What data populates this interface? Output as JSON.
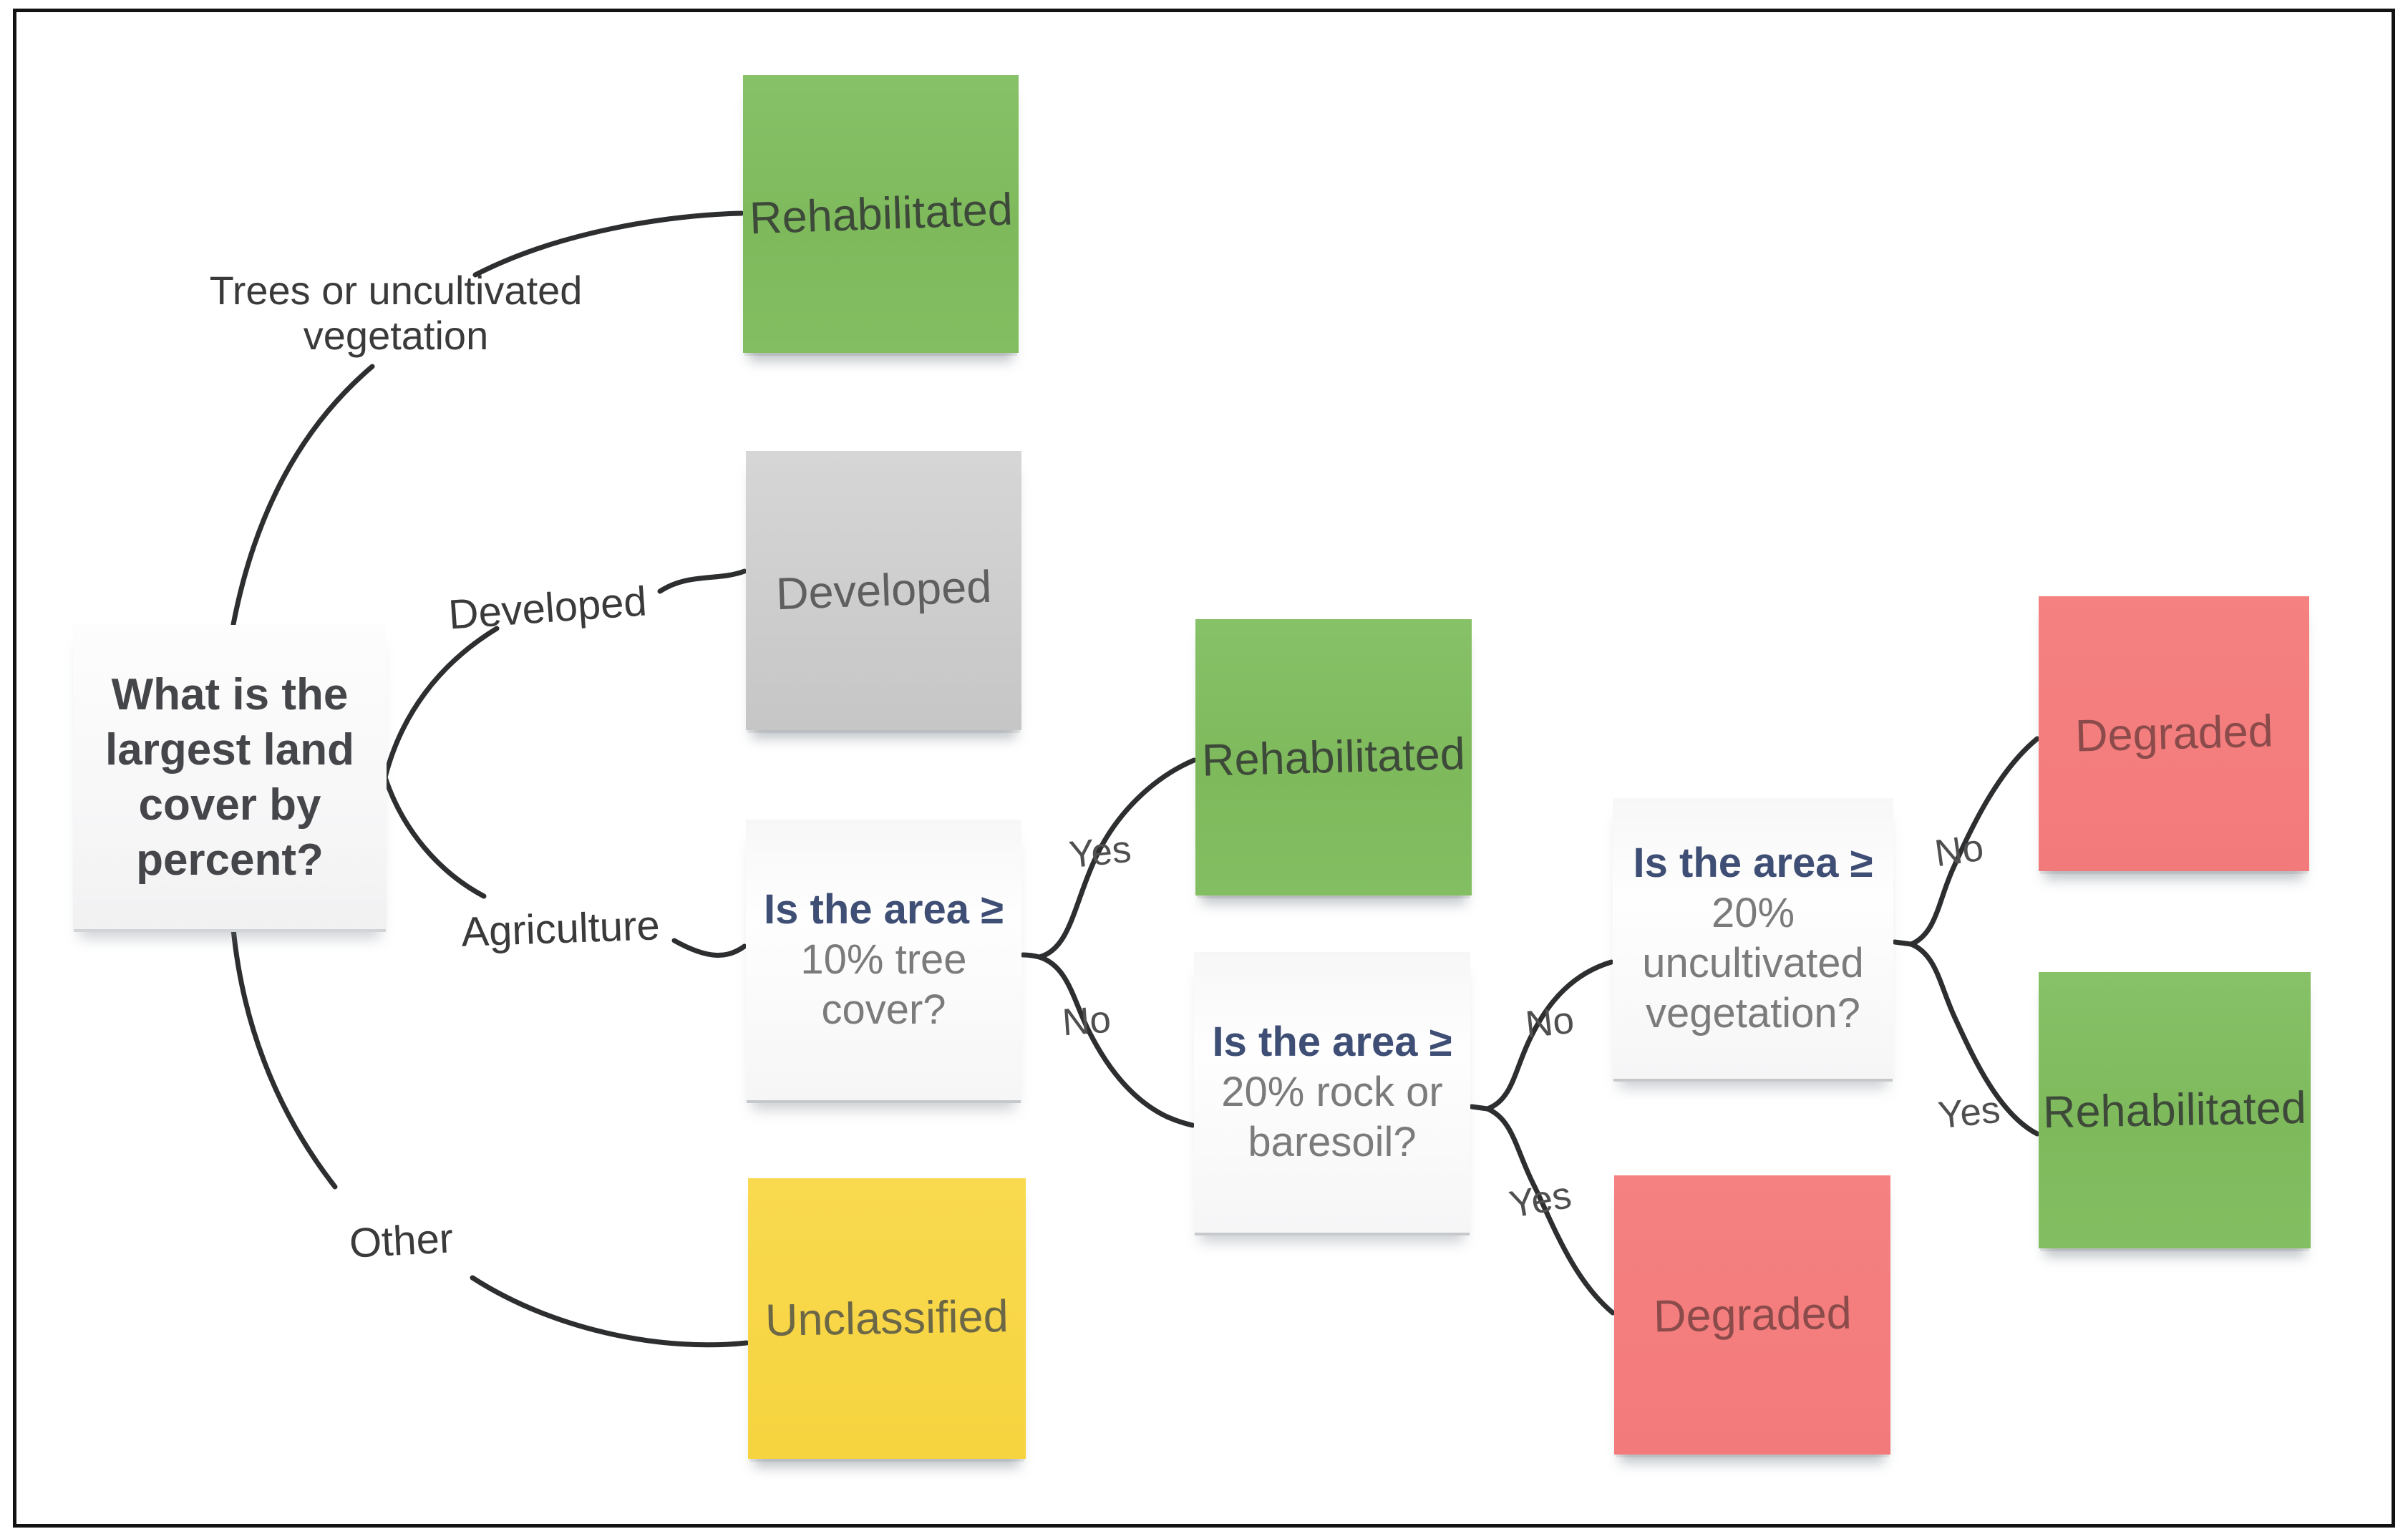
{
  "root": {
    "text": "What is the largest land cover by percent?"
  },
  "branches": {
    "trees": "Trees or uncultivated vegetation",
    "developed": "Developed",
    "agriculture": "Agriculture",
    "other": "Other"
  },
  "questions": {
    "tree_cover": {
      "prefix": "Is the area ≥",
      "rest": "10% tree cover?"
    },
    "rock_baresoil": {
      "prefix": "Is the area ≥",
      "rest": "20% rock or baresoil?"
    },
    "uncultivated_vegetation": {
      "prefix": "Is the area ≥",
      "rest": "20% uncultivated vegetation?"
    }
  },
  "outcomes": {
    "rehabilitated_top": "Rehabilitated",
    "developed": "Developed",
    "rehabilitated_mid": "Rehabilitated",
    "unclassified": "Unclassified",
    "degraded_top": "Degraded",
    "rehabilitated_right": "Rehabilitated",
    "degraded_bottom": "Degraded"
  },
  "edge_labels": {
    "q1_yes": "Yes",
    "q1_no": "No",
    "q2_no": "No",
    "q2_yes": "Yes",
    "q3_no": "No",
    "q3_yes": "Yes"
  },
  "colors": {
    "rehabilitated_green": "#82bd60",
    "degraded_red": "#f47d7d",
    "developed_gray": "#cacaca",
    "unclassified_yellow": "#f8d84b",
    "question_note_white": "#fafafa",
    "question_prefix_navy": "#3e4e74",
    "question_rest_gray": "#7b7b7b",
    "connector_line": "#2d2e2f",
    "frame_border": "#121212"
  }
}
